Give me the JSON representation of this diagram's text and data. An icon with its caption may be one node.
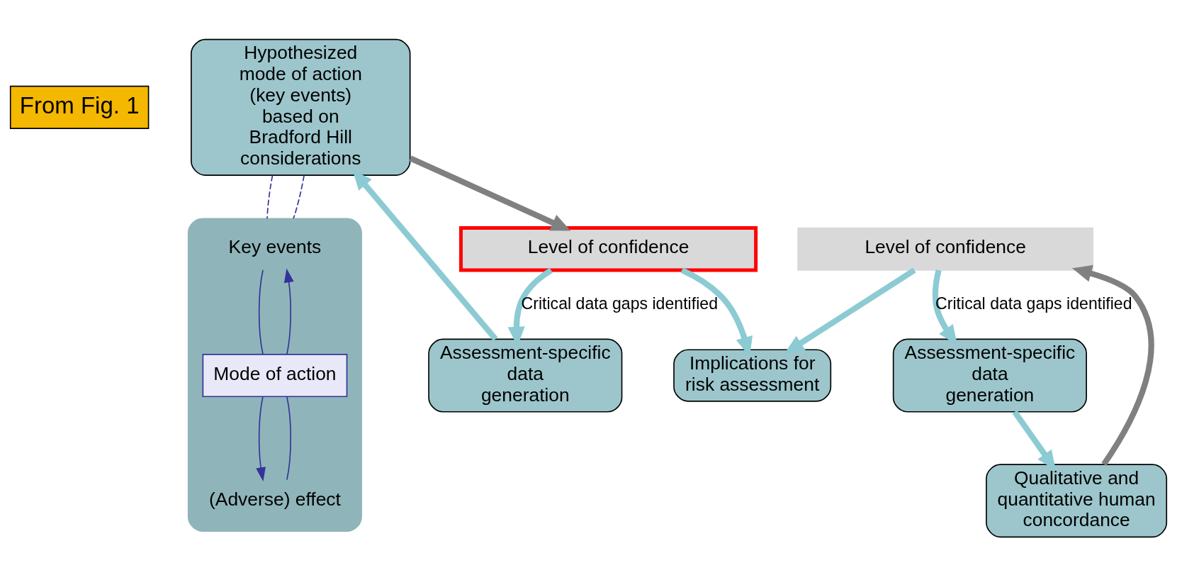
{
  "diagram": {
    "nodes": [
      {
        "text": [
          "From Fig. 1"
        ]
      },
      {
        "text": [
          "Hypothesized mode of action (key events) based on Bradford Hill considerations"
        ]
      },
      {
        "text": [],
        "shape": "box"
      },
      {
        "text": [
          "Key events"
        ],
        "in": 2
      },
      {
        "text": [
          "Mode of action"
        ],
        "in": 2
      },
      {
        "text": [
          "(Adverse) effect"
        ],
        "in": 2
      },
      {
        "text": [
          "Level of confidence"
        ]
      },
      {
        "text": [
          "Assessment-specific data generation"
        ]
      },
      {
        "text": [
          "Qualitative and quantitative human concordance"
        ]
      },
      {
        "text": [
          "Implications for risk assessment"
        ]
      },
      {
        "text": [
          "Level of confidence"
        ]
      },
      {
        "text": [
          "Assessment-specific data generation"
        ]
      }
    ],
    "edges": [
      {
        "from": 1,
        "to": 6,
        "arrow": "to",
        "color": "#808080"
      },
      {
        "from": 6,
        "to": 7,
        "arrow": "to",
        "label": "Critical data gaps identified"
      },
      {
        "from": 7,
        "to": 1,
        "arrow": "to"
      },
      {
        "from": 11,
        "to": 8,
        "arrow": "to"
      },
      {
        "from": 8,
        "to": 10,
        "arrow": "to",
        "color": "#808080"
      },
      {
        "from": 10,
        "to": 11,
        "arrow": "to",
        "label": "Critical data gaps identified"
      },
      {
        "from": 6,
        "to": 9,
        "arrow": "to"
      },
      {
        "from": 10,
        "to": 9,
        "arrow": "to"
      },
      {
        "from": 1,
        "to": 2,
        "arrow": "none",
        "style": "dashed",
        "color": "#333399"
      },
      {
        "from": 1,
        "to": 2,
        "arrow": "none",
        "style": "dashed",
        "color": "#333399"
      },
      {
        "from": 3,
        "to": 4,
        "arrow": "none",
        "color": "#333399"
      },
      {
        "from": 4,
        "to": 5,
        "arrow": "to",
        "color": "#333399"
      },
      {
        "from": 5,
        "to": 4,
        "arrow": "none",
        "color": "#333399"
      },
      {
        "from": 4,
        "to": 3,
        "arrow": "to",
        "color": "#333399"
      }
    ]
  }
}
